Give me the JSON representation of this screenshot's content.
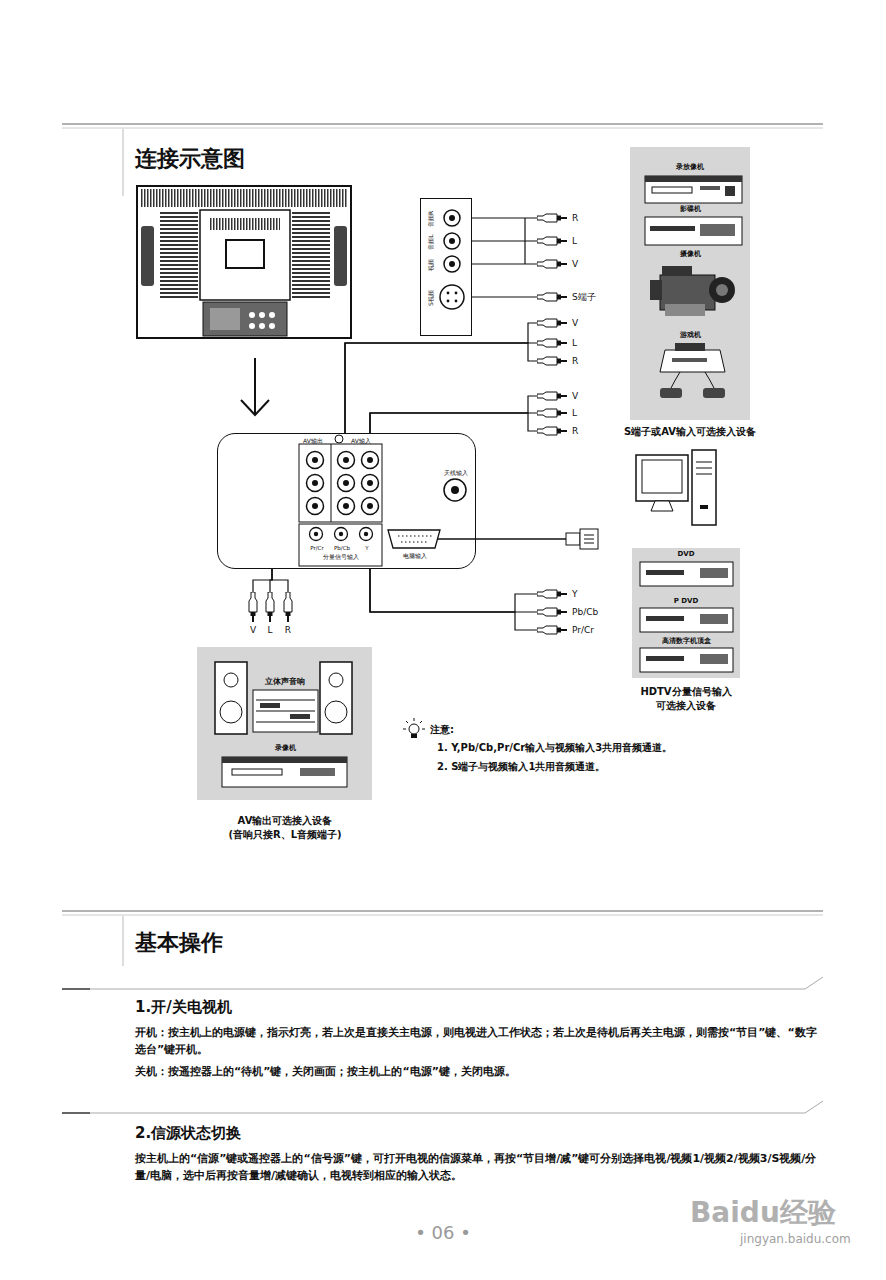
{
  "diagram": {
    "title": "连接示意图",
    "nodes": [
      {
        "text": [
          "音频R",
          "音频L",
          "视频",
          "S视频"
        ]
      },
      {
        "text": [
          "R"
        ]
      },
      {
        "text": [
          "L"
        ]
      },
      {
        "text": [
          "V"
        ]
      },
      {
        "text": [
          "S端子"
        ]
      },
      {
        "text": [
          "AV输出",
          "AV输入",
          "Pr/Cr",
          "Pb/Cb",
          "Y",
          "分量信号输入",
          "电脑输入",
          "天线输入"
        ]
      },
      {
        "text": [
          "V"
        ]
      },
      {
        "text": [
          "L"
        ]
      },
      {
        "text": [
          "R"
        ]
      },
      {
        "text": [
          "V"
        ]
      },
      {
        "text": [
          "L"
        ]
      },
      {
        "text": [
          "R"
        ]
      },
      {
        "text": [
          "V"
        ]
      },
      {
        "text": [
          "L"
        ]
      },
      {
        "text": [
          "R"
        ]
      },
      {
        "text": [
          "Y"
        ]
      },
      {
        "text": [
          "Pb/Cb"
        ]
      },
      {
        "text": [
          "Pr/Cr"
        ]
      },
      {
        "text": [
          "录放像机",
          "影碟机",
          "摄像机",
          "游戏机",
          "S端子或AV输入可选接入设备"
        ]
      },
      {
        "text": [
          "DVD",
          "P DVD",
          "高清数字机顶盒",
          "HDTV分量信号输入 可选接入设备"
        ]
      },
      {
        "text": [
          "立体声音响",
          "录像机",
          "AV输出可选接入设备 (音响只接R、L音频端子)"
        ]
      }
    ],
    "edges": [
      {
        "from": 0,
        "to": 1,
        "arrow": "none"
      },
      {
        "from": 0,
        "to": 2,
        "arrow": "none"
      },
      {
        "from": 0,
        "to": 3,
        "arrow": "none"
      },
      {
        "from": 0,
        "to": 4,
        "arrow": "none"
      },
      {
        "from": 5,
        "to": 6,
        "arrow": "none"
      },
      {
        "from": 5,
        "to": 7,
        "arrow": "none"
      },
      {
        "from": 5,
        "to": 8,
        "arrow": "none"
      },
      {
        "from": 5,
        "to": 9,
        "arrow": "none"
      },
      {
        "from": 5,
        "to": 10,
        "arrow": "none"
      },
      {
        "from": 5,
        "to": 11,
        "arrow": "none"
      },
      {
        "from": 5,
        "to": 12,
        "arrow": "none"
      },
      {
        "from": 5,
        "to": 13,
        "arrow": "none"
      },
      {
        "from": 5,
        "to": 14,
        "arrow": "none"
      },
      {
        "from": 5,
        "to": 15,
        "arrow": "none"
      },
      {
        "from": 5,
        "to": 16,
        "arrow": "none"
      },
      {
        "from": 5,
        "to": 17,
        "arrow": "none"
      }
    ],
    "labels": [
      "基本操作",
      "1.开/关电视机",
      "开机：按主机上的电源键，指示灯亮，若上次是直接关主电源，则电视进入工作状态；若上次是待机后再关主电源，则需按“节目”键、“数字选台”键开机。",
      "关机：按遥控器上的“待机”键，关闭画面；按主机上的“电源”键，关闭电源。",
      "2.信源状态切换",
      "按主机上的“信源”键或遥控器上的“信号源”键，可打开电视的信源菜单，再按“节目增/减”键可分别选择电视/视频1/视频2/视频3/S视频/分量/电脑，选中后再按音量增/减键确认，电视转到相应的输入状态。",
      "注意:",
      "1. Y,Pb/Cb,Pr/Cr输入与视频输入3共用音频通道。",
      "2. S端子与视频输入1共用音频通道。",
      "• 06 •",
      "Baidu经验",
      "jingyan.baidu.com"
    ]
  }
}
